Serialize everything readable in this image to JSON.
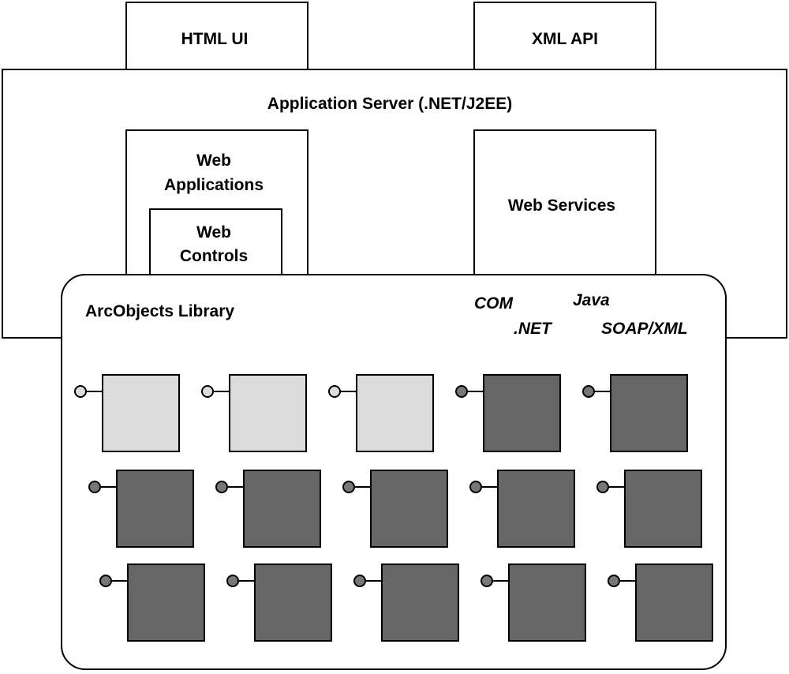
{
  "colors": {
    "outline": "#000000",
    "background": "#ffffff",
    "component_light": "#dcdcdc",
    "component_dark": "#666666",
    "interface_light": "#dcdcdc",
    "interface_dark": "#777777"
  },
  "top_boxes": [
    {
      "label": "HTML UI"
    },
    {
      "label": "XML API"
    }
  ],
  "app_server": {
    "label": "Application Server (.NET/J2EE)"
  },
  "web_applications": {
    "label_line1": "Web",
    "label_line2": "Applications"
  },
  "web_controls": {
    "label_line1": "Web",
    "label_line2": "Controls"
  },
  "web_services": {
    "label": "Web Services"
  },
  "library": {
    "label": "ArcObjects Library",
    "technologies": [
      {
        "label": "COM"
      },
      {
        "label": "Java"
      },
      {
        "label": ".NET"
      },
      {
        "label": "SOAP/XML"
      }
    ],
    "component_rows": [
      [
        "light",
        "light",
        "light",
        "dark",
        "dark"
      ],
      [
        "dark",
        "dark",
        "dark",
        "dark",
        "dark"
      ],
      [
        "dark",
        "dark",
        "dark",
        "dark",
        "dark"
      ]
    ]
  }
}
